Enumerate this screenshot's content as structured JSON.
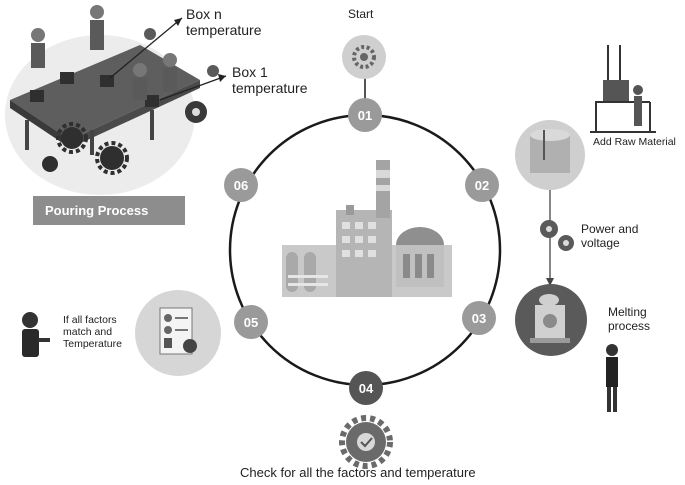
{
  "title": "Start",
  "steps": [
    {
      "num": "01",
      "label": ""
    },
    {
      "num": "02",
      "label": "Add Raw Material"
    },
    {
      "num": "03",
      "label": "Melting process"
    },
    {
      "num": "04",
      "label": "Check for all the factors and temperature"
    },
    {
      "num": "05",
      "label": "If all factors match and Temperature"
    },
    {
      "num": "06",
      "label": "Pouring Process"
    }
  ],
  "annotations": {
    "box_n": "Box n temperature",
    "box_1": "Box 1 temperature",
    "power": "Power and voltage"
  },
  "colors": {
    "ring": "#1a1a1a",
    "step_fill": "#9a9a9a",
    "step_active": "#555555",
    "gear": "#5a5a5a",
    "factory": "#b8b8b8",
    "banner": "#8d8d8d",
    "bubble": "#d6d6d6"
  },
  "icons": [
    "gear-icon",
    "factory-icon",
    "conveyor-icon",
    "worker-icon",
    "furnace-icon",
    "checklist-icon",
    "power-icon"
  ]
}
